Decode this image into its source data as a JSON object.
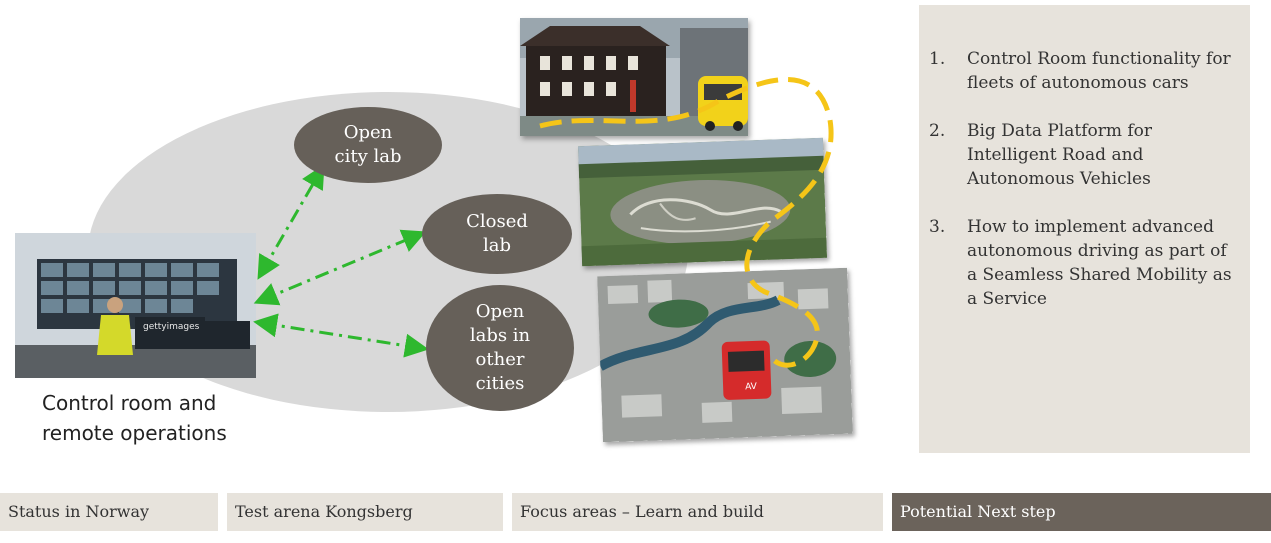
{
  "diagram": {
    "nodes": {
      "open_city_lab": "Open\ncity lab",
      "closed_lab": "Closed\nlab",
      "open_labs_other_cities": "Open\nlabs in\nother\ncities"
    },
    "control_room_caption": "Control room and\nremote operations",
    "photo_watermark": "gettyimages",
    "bus_label": "AV"
  },
  "focus_list": {
    "items": [
      {
        "number": "1.",
        "text": "Control Room functionality for fleets of autonomous cars"
      },
      {
        "number": "2.",
        "text": "Big Data Platform for Intelligent Road and Autonomous Vehicles"
      },
      {
        "number": "3.",
        "text": "How to implement advanced autonomous driving as part of a Seamless Shared Mobility as a Service"
      }
    ]
  },
  "tabs": [
    {
      "label": "Status in Norway",
      "active": false
    },
    {
      "label": "Test arena Kongsberg",
      "active": false
    },
    {
      "label": "Focus areas – Learn and build",
      "active": false
    },
    {
      "label": "Potential Next step",
      "active": true
    }
  ],
  "colors": {
    "node_fill": "#666059",
    "ellipse_fill": "#d9d9d9",
    "arrow_green": "#2eb82e",
    "route_yellow": "#f5c518",
    "panel_bg": "#e7e3dc",
    "active_tab": "#6b635b"
  }
}
